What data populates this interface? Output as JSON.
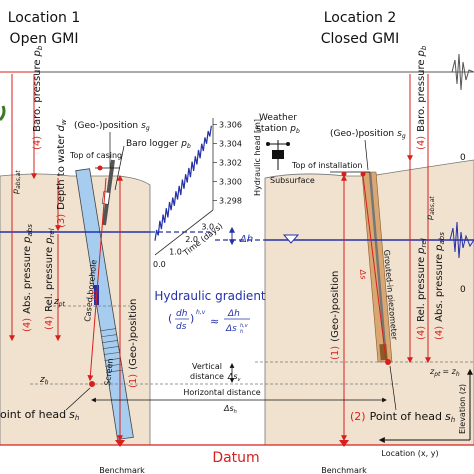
{
  "locations": {
    "loc1": {
      "title": "Location 1",
      "subtitle": "Open GMI"
    },
    "loc2": {
      "title": "Location 2",
      "subtitle": "Closed GMI"
    }
  },
  "labels": {
    "baro_pressure": "Baro. pressure",
    "baro_pressure_sym": "p",
    "baro_pressure_sub": "b",
    "p_abs_at": "p",
    "p_abs_at_sub": "abs,at",
    "depth_to_water": "Depth to water",
    "depth_to_water_sym": "d",
    "depth_to_water_sub": "w",
    "rel_pressure": "Rel. pressure",
    "rel_pressure_sym": "p",
    "rel_pressure_sub": "rel",
    "abs_pressure": "Abs. pressure",
    "abs_pressure_sym": "p",
    "abs_pressure_sub": "abs",
    "geo_position": "(Geo-)position",
    "geo_position_sym": "s",
    "geo_position_sub": "g",
    "baro_logger": "Baro logger",
    "top_of_casing": "Top of casing",
    "weather_station": "Weather",
    "weather_station2": "station",
    "top_of_installation": "Top of installation",
    "subsurface": "Subsurface",
    "cased_borehole": "Cased borehole",
    "screen": "Screen",
    "grouted_piezometer": "Grouted-in piezometer",
    "hydraulic_gradient": "Hydraulic gradient",
    "vertical_distance": "Vertical",
    "vertical_distance2": "distance",
    "horizontal_distance": "Horizontal distance",
    "point_of_head": "oint of head",
    "point_of_head2": "Point of head",
    "benchmark": "Benchmark",
    "datum": "Datum",
    "location_axis": "Location (x, y)",
    "elevation_axis": "Elevation (z)",
    "z_pt": "z",
    "z_pt_sub": "pt",
    "z_h": "z",
    "z_h_sub": "h",
    "zpt_eq_zh": "= z",
    "delta_h": "Δh",
    "step1": "(1)",
    "step2": "(2)",
    "step3": "(3)",
    "step4": "(4)",
    "tick_zero": "0"
  },
  "chart_data": {
    "type": "line",
    "title": "",
    "xlabel": "Time (days)",
    "ylabel": "Hydraulic head [m]",
    "x_ticks": [
      0.0,
      1.0,
      2.0,
      3.0
    ],
    "y_ticks": [
      3.298,
      3.3,
      3.302,
      3.304,
      3.306
    ],
    "xlim": [
      0,
      3.6
    ],
    "ylim": [
      3.297,
      3.307
    ],
    "series": [
      {
        "color": "#2430a8",
        "x": [
          0.0,
          0.1,
          0.2,
          0.3,
          0.4,
          0.5,
          0.6,
          0.7,
          0.8,
          0.9,
          1.0,
          1.1,
          1.2,
          1.3,
          1.4,
          1.5,
          1.6,
          1.7,
          1.8,
          1.9,
          2.0,
          2.1,
          2.2,
          2.3,
          2.4,
          2.5,
          2.6,
          2.7,
          2.8,
          2.9,
          3.0,
          3.1,
          3.2,
          3.3,
          3.4,
          3.5
        ],
        "values": [
          3.2985,
          3.2995,
          3.2988,
          3.3002,
          3.2992,
          3.3006,
          3.2996,
          3.301,
          3.2999,
          3.3014,
          3.3004,
          3.3016,
          3.3006,
          3.302,
          3.301,
          3.3023,
          3.3012,
          3.3027,
          3.3016,
          3.303,
          3.302,
          3.3034,
          3.3023,
          3.3038,
          3.3027,
          3.3041,
          3.3031,
          3.3045,
          3.3035,
          3.3049,
          3.304,
          3.3053,
          3.3045,
          3.3057,
          3.305,
          3.306
        ]
      }
    ]
  },
  "colors": {
    "red": "#d6201d",
    "blue": "#2430a8",
    "ground": "#f1e2cf",
    "borehole": "#a6cdf0",
    "grout": "#d8a772"
  }
}
